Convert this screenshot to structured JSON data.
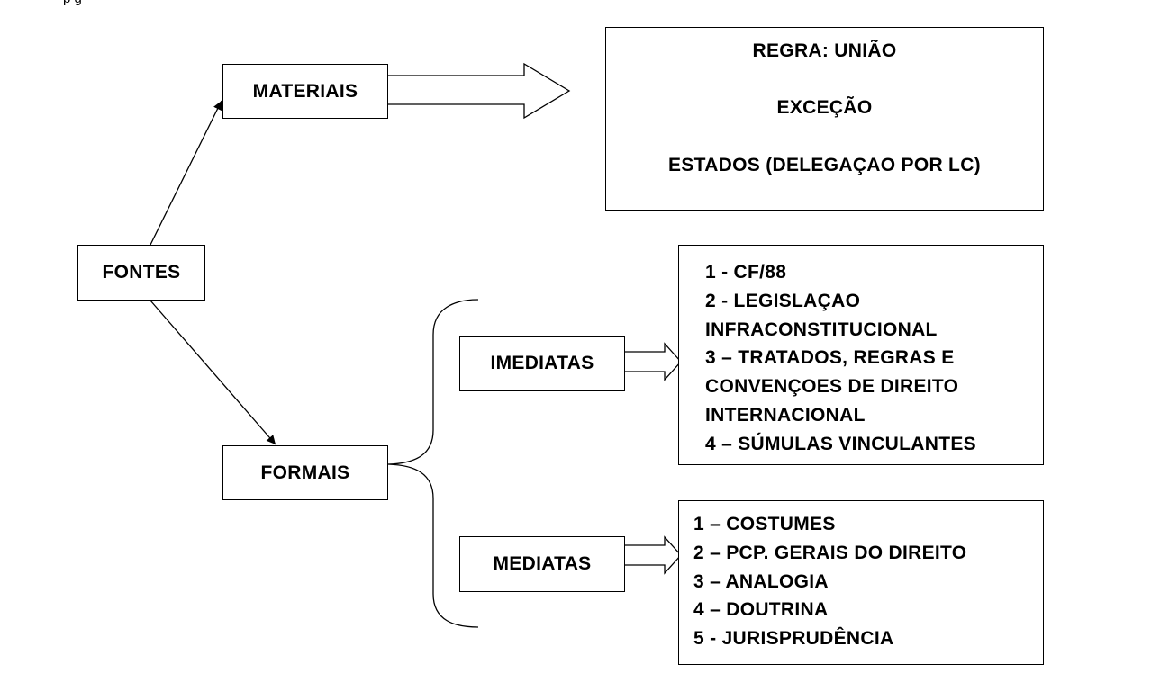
{
  "top_fragment": "p    g",
  "nodes": {
    "fontes": "FONTES",
    "materiais": "MATERIAIS",
    "formais": "FORMAIS",
    "imediatas": "IMEDIATAS",
    "mediatas": "MEDIATAS"
  },
  "materiais_box": {
    "lines": [
      "REGRA: UNIÃO",
      "EXCEÇÃO",
      "ESTADOS (DELEGAÇAO POR LC)"
    ]
  },
  "imediatas_box": {
    "lines": [
      "1 - CF/88",
      "2 - LEGISLAÇAO",
      "INFRACONSTITUCIONAL",
      "3 – TRATADOS, REGRAS E",
      "CONVENÇOES DE DIREITO",
      "INTERNACIONAL",
      "4 – SÚMULAS VINCULANTES"
    ]
  },
  "mediatas_box": {
    "lines": [
      "1 – COSTUMES",
      "2 – PCP. GERAIS DO DIREITO",
      "3 – ANALOGIA",
      "4 – DOUTRINA",
      "5 - JURISPRUDÊNCIA"
    ]
  }
}
